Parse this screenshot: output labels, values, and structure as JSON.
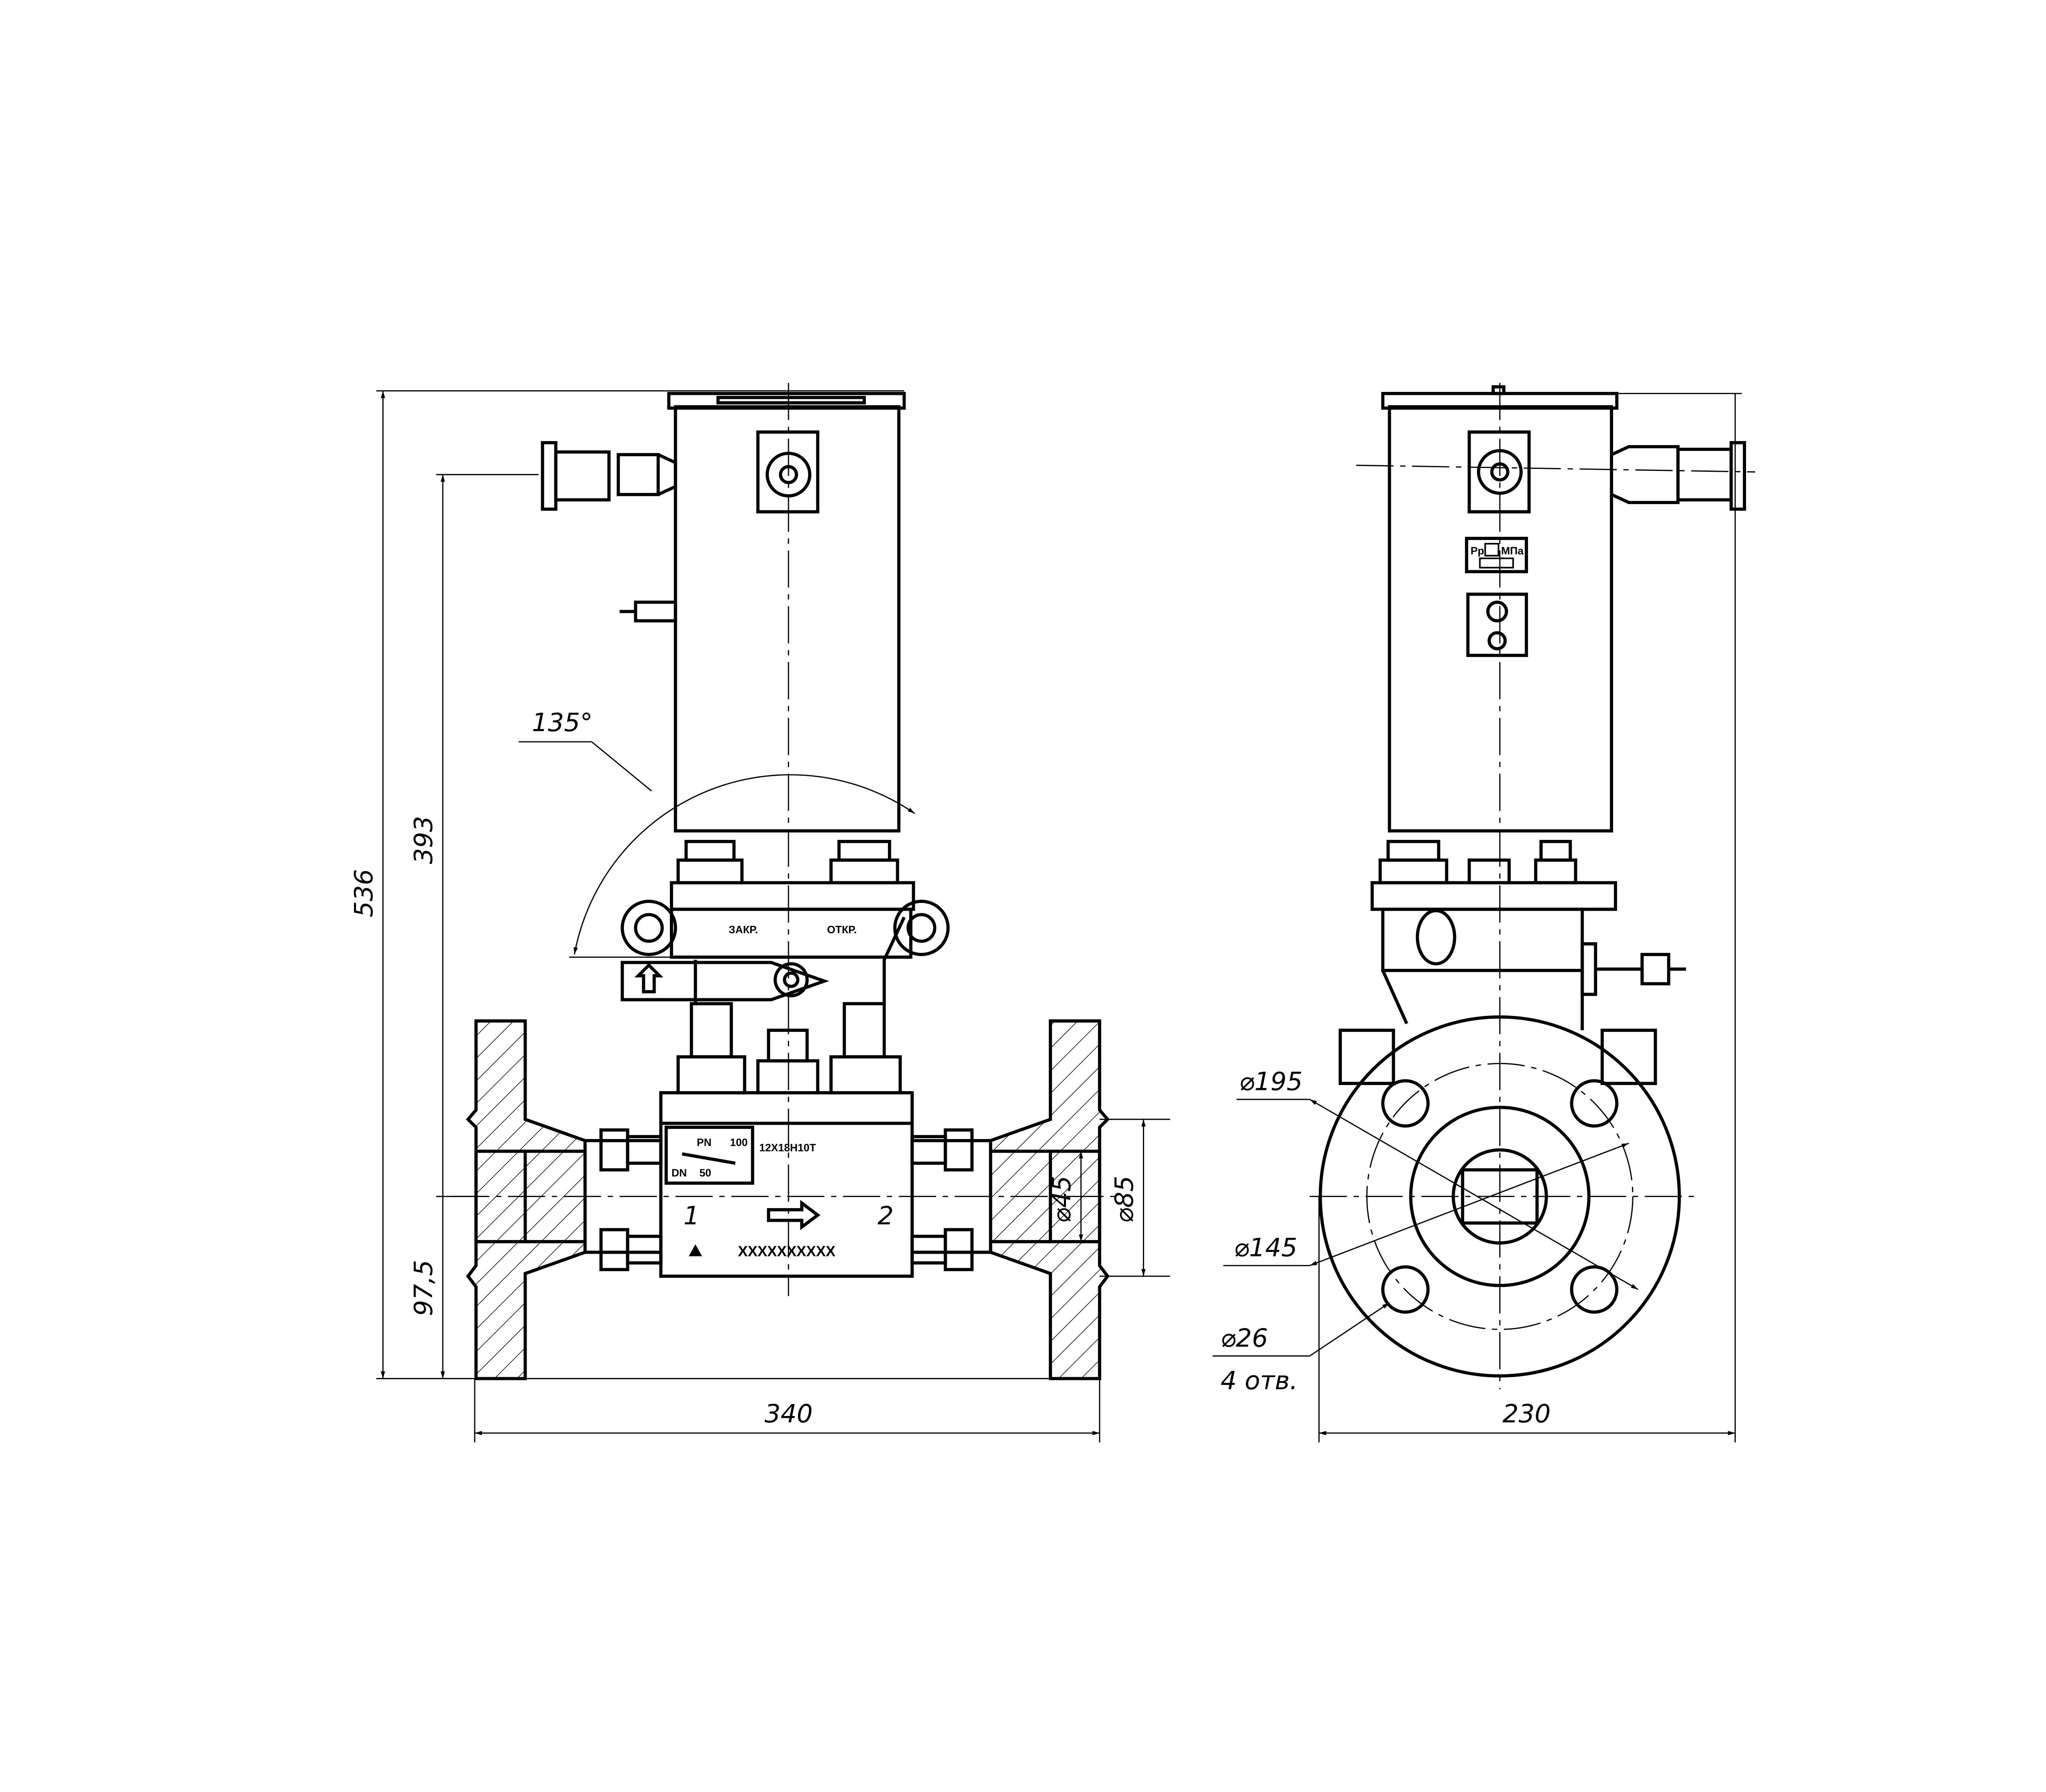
{
  "dimensions": {
    "overall_height": "536",
    "axis_to_bottom_393": "393",
    "pipe_axis_height": "97,5",
    "face_to_face": "340",
    "inner_diameter": "⌀45",
    "seal_diameter": "⌀85",
    "flange_diameter": "⌀195",
    "bolt_circle": "⌀145",
    "bolt_hole": "⌀26",
    "bolt_hole_count": "4 отв.",
    "width": "230",
    "rotation_angle": "135°"
  },
  "handle_labels": {
    "closed": "ЗАКР.",
    "open": "ОТКР."
  },
  "nameplate": {
    "pn_label": "PN",
    "pn_value": "100",
    "dn_label": "DN",
    "dn_value": "50",
    "material": "12X18H10T",
    "port_in": "1",
    "port_out": "2",
    "serial": "XXXXXXXXXX"
  },
  "pressure_plate": {
    "label": "Pр",
    "unit": "МПа"
  }
}
